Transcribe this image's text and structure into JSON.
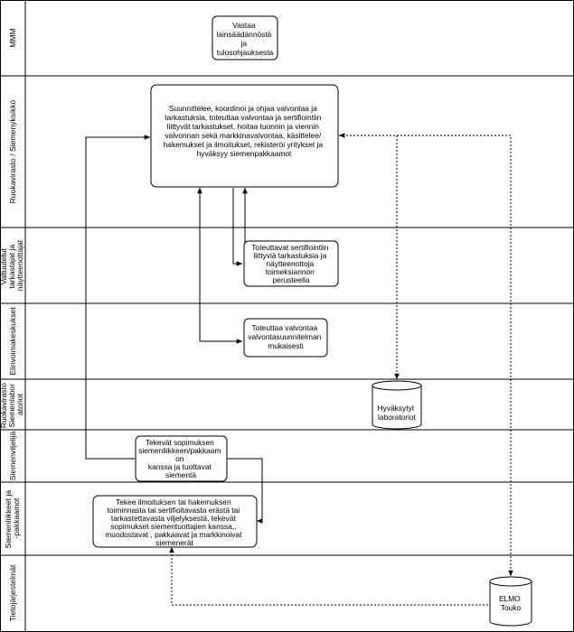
{
  "lanes": [
    {
      "id": "mmm",
      "label_lines": [
        "MMM"
      ]
    },
    {
      "id": "ruokavirasto",
      "label_lines": [
        "Ruokavirasto / Siemenyksikkö"
      ]
    },
    {
      "id": "valtuutetut",
      "label_lines": [
        "Valtuutetut",
        "tarkastajat ja",
        "näytteenottajat"
      ]
    },
    {
      "id": "elinvoimakeskukset",
      "label_lines": [
        "Elinvoimakeskukset"
      ]
    },
    {
      "id": "laboratoriot",
      "label_lines": [
        "Ruokavirasto",
        "Siemenlabor",
        "atoriot"
      ]
    },
    {
      "id": "siemenviljelijat",
      "label_lines": [
        "Siemenviljelijä"
      ]
    },
    {
      "id": "pakkaamot",
      "label_lines": [
        "Siemenliikkeet ja",
        "-pakkaamot"
      ]
    },
    {
      "id": "tietojarjestelmat",
      "label_lines": [
        "Tietojärjestelmät"
      ]
    }
  ],
  "boxes": {
    "mmm_box": {
      "lines": [
        "Vastaa",
        "lainsäädännöstä",
        "ja",
        "tulosohjauksesta"
      ]
    },
    "ruokavirasto_box": {
      "lines": [
        "Suunnittelee, koordinoi ja ohjaa valvontaa ja",
        "tarkastuksia, toteuttaa valvontaa ja sertifiointiin",
        "liittyvät tarkastukset, hoitaa tuonnin ja viennin",
        "valvonnan sekä markkinavalvontaa, käsittelee/",
        "hakemukset ja ilmoitukset, rekisteröi yritykset ja",
        "hyväksyy siemenpakkaamot"
      ]
    },
    "valtuutetut_box": {
      "lines": [
        "Toteuttavat sertifiointiin",
        "liittyviä tarkastuksia ja",
        "näytteenottoja",
        "toimeksiannon",
        "perusteella"
      ]
    },
    "elinvoima_box": {
      "lines": [
        "Toteuttaa valvontaa",
        "valvontasuunnitelman",
        "mukaisesti"
      ]
    },
    "viljelija_box": {
      "lines": [
        "Tekevät sopimuksen",
        "siemenliikkeen/pakkaam",
        "on",
        "kanssa ja tuottavat",
        "siementä"
      ]
    },
    "pakkaamo_box": {
      "lines": [
        "Tekee ilmoituksen tai hakemuksen",
        "toiminnasta tai sertifioitavasta erästä tai",
        "tarkastettavasta viljelyksestä, tekevät",
        "sopimukset siementuottajien kanssa,,",
        "muodostavat ,  pakkaavat ja markkinoivat",
        "siemenerät"
      ]
    }
  },
  "databases": {
    "laboratoriot_db": {
      "lines": [
        "Hyväksytyt",
        "laboratoriot"
      ]
    },
    "elmo_db": {
      "lines": [
        "ELMO",
        "Touko"
      ]
    }
  }
}
